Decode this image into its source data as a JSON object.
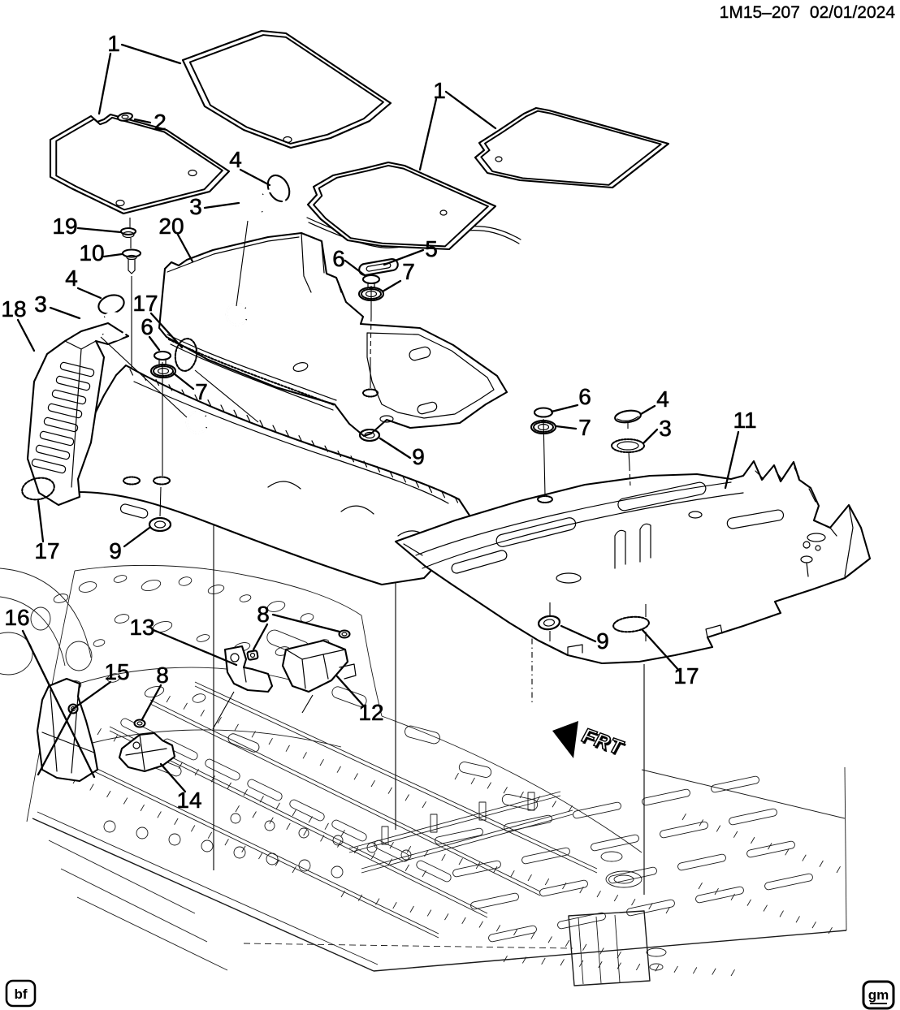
{
  "document": {
    "drawing_number": "1M15–207",
    "date": "02/01/2024",
    "footer_left": "bf",
    "footer_right": "gm",
    "direction_indicator": "FRT"
  },
  "callouts": [
    {
      "label": "1"
    },
    {
      "label": "1"
    },
    {
      "label": "2"
    },
    {
      "label": "4"
    },
    {
      "label": "3"
    },
    {
      "label": "19"
    },
    {
      "label": "20"
    },
    {
      "label": "10"
    },
    {
      "label": "4"
    },
    {
      "label": "3"
    },
    {
      "label": "18"
    },
    {
      "label": "17"
    },
    {
      "label": "6"
    },
    {
      "label": "5"
    },
    {
      "label": "6"
    },
    {
      "label": "7"
    },
    {
      "label": "7"
    },
    {
      "label": "6"
    },
    {
      "label": "4"
    },
    {
      "label": "7"
    },
    {
      "label": "3"
    },
    {
      "label": "11"
    },
    {
      "label": "9"
    },
    {
      "label": "17"
    },
    {
      "label": "9"
    },
    {
      "label": "16"
    },
    {
      "label": "13"
    },
    {
      "label": "8"
    },
    {
      "label": "15"
    },
    {
      "label": "8"
    },
    {
      "label": "9"
    },
    {
      "label": "17"
    },
    {
      "label": "12"
    },
    {
      "label": "14"
    }
  ]
}
